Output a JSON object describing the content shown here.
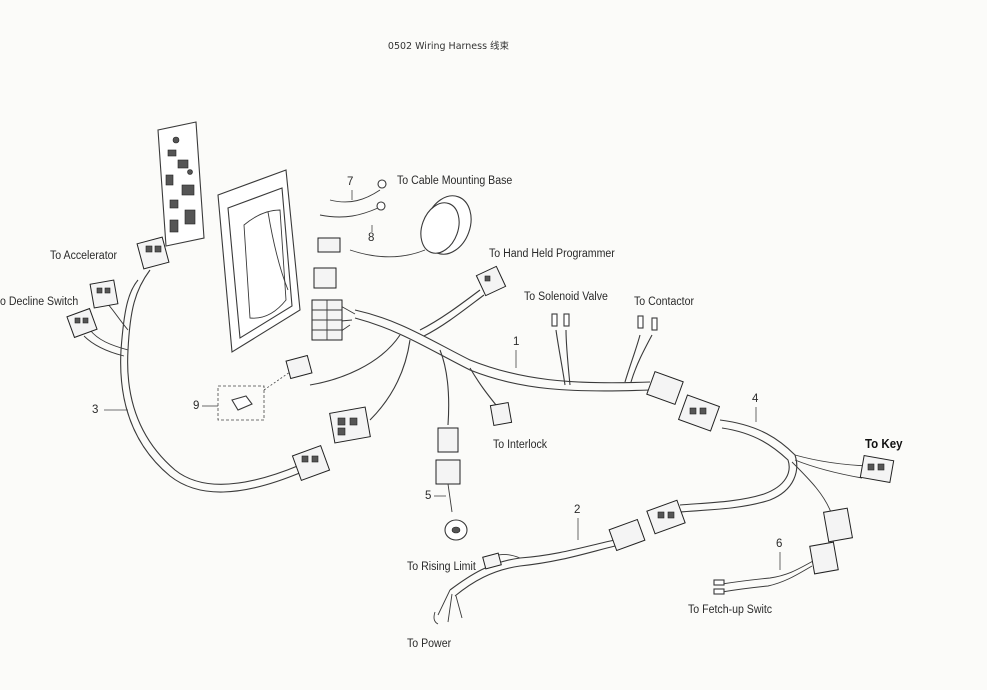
{
  "title": "0502 Wiring Harness  线束",
  "labels": {
    "cable_mounting_base": "To  Cable Mounting Base",
    "hand_held_programmer": "To  Hand Held Programmer",
    "accelerator": "To Accelerator",
    "decline_switch": "o Decline Switch",
    "solenoid_valve": "To Solenoid Valve",
    "contactor": "To  Contactor",
    "interlock": "To Interlock",
    "key": "To Key",
    "rising_limit": "To Rising Limit",
    "power": "To Power",
    "fetch_up_switch": "To  Fetch-up Switc"
  },
  "part_numbers": {
    "p1": "1",
    "p2": "2",
    "p3": "3",
    "p4": "4",
    "p5": "5",
    "p6": "6",
    "p7": "7",
    "p8": "8",
    "p9": "9"
  },
  "colors": {
    "background": "#fbfbf9",
    "line": "#3a3a3a"
  }
}
